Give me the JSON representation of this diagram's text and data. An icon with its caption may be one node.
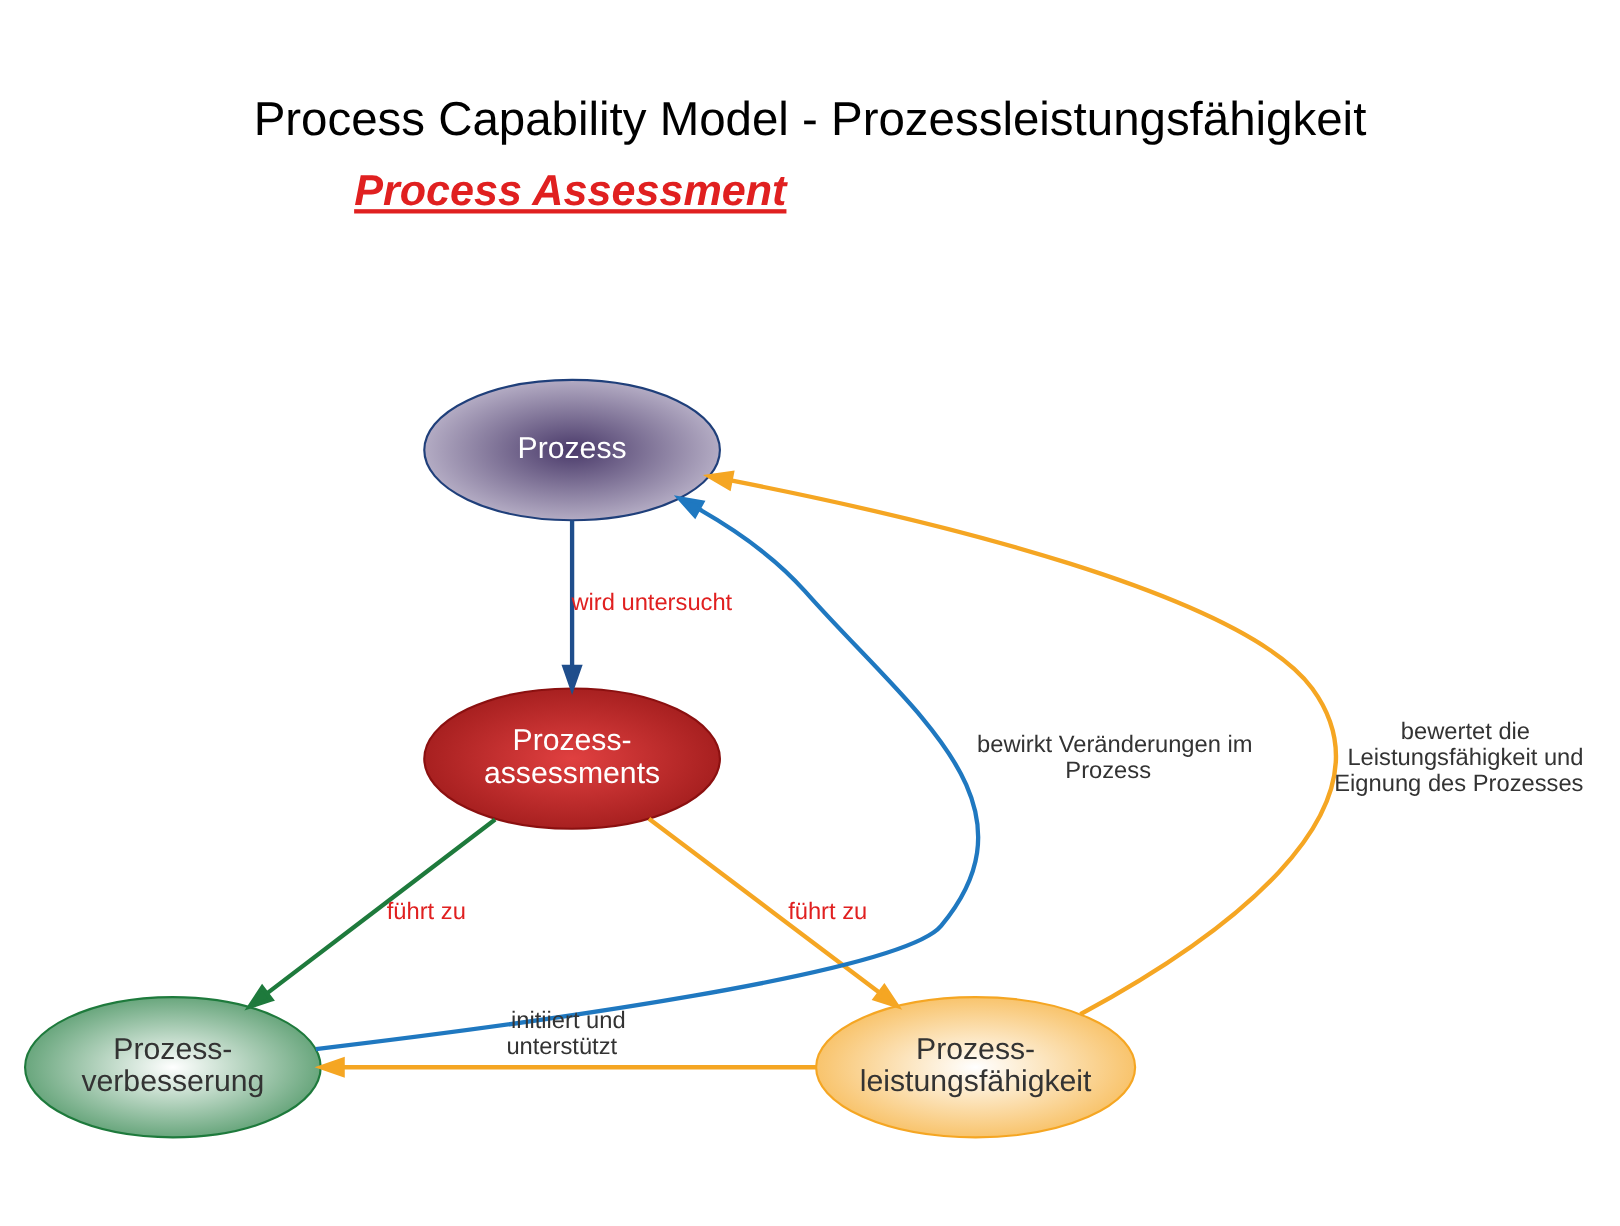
{
  "diagram": {
    "title": "Process Capability Model - Prozessleistungsfähigkeit",
    "nodes": [
      {
        "text": [
          "Prozess"
        ]
      },
      {
        "text": [
          "Prozess- assessments"
        ]
      },
      {
        "text": [
          "Prozess- verbesserung"
        ]
      },
      {
        "text": [
          "Prozess- leistungsfähigkeit"
        ]
      }
    ],
    "edges": [
      {
        "from": 0,
        "to": 1,
        "arrow": "to",
        "label": "wird untersucht",
        "color": "#1f4e8c"
      },
      {
        "from": 1,
        "to": 2,
        "arrow": "to",
        "label": "führt zu",
        "color": "#1e7a3c"
      },
      {
        "from": 1,
        "to": 3,
        "arrow": "to",
        "label": "führt zu"
      },
      {
        "from": 3,
        "to": 0,
        "arrow": "to",
        "label": "bewertet die Leistungsfähigkeit und Eignung des Prozesses"
      },
      {
        "from": 2,
        "to": 0,
        "arrow": "to",
        "label": "bewirkt Veränderungen im Prozess",
        "color": "#1f78c0"
      },
      {
        "from": 3,
        "to": 2,
        "arrow": "to",
        "label": "initiiert und unterstützt"
      }
    ],
    "labels": [
      "Process Assessment"
    ]
  }
}
